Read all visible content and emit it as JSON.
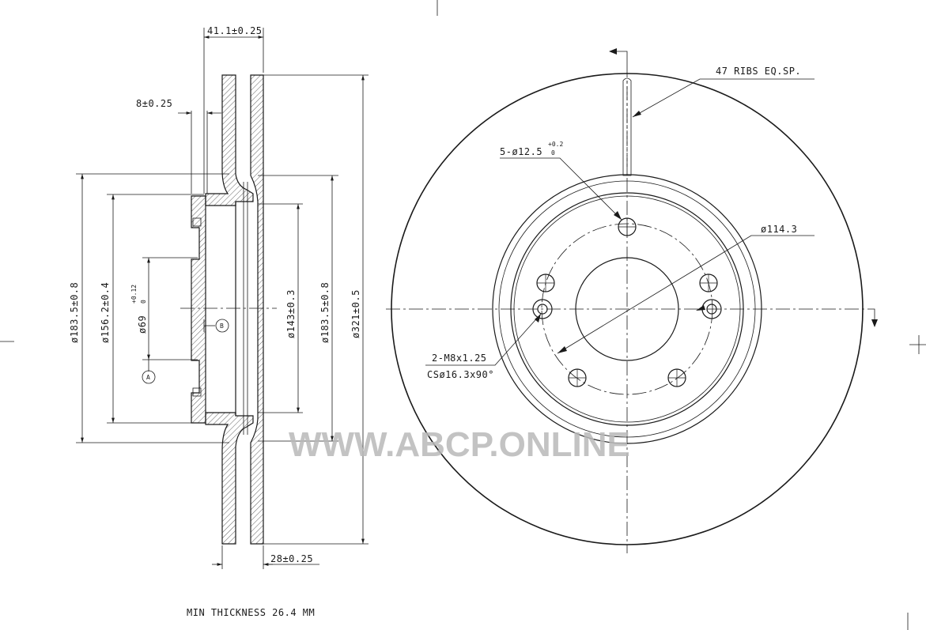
{
  "dimensions": {
    "width_total": "41.1±0.25",
    "offset": "8±0.25",
    "thickness": "28±0.25",
    "d_183_left": "ø183.5±0.8",
    "d_156": "ø156.2±0.4",
    "d_69_base": "ø69",
    "d_69_tol_upper": "+0.12",
    "d_69_tol_lower": "0",
    "d_143": "ø143±0.3",
    "d_183_right": "ø183.5±0.8",
    "d_321": "ø321±0.5",
    "ribs": "47 RIBS EQ.SP.",
    "holes_base": "5-ø12.5",
    "holes_tol_upper": "+0.2",
    "holes_tol_lower": "0",
    "pcd": "ø114.3",
    "thread": "2-M8x1.25",
    "countersink": "CSø16.3x90°"
  },
  "datum_a": "A",
  "datum_b": "B",
  "note": "MIN THICKNESS 26.4 MM",
  "watermark": "WWW.ABCP.ONLINE"
}
